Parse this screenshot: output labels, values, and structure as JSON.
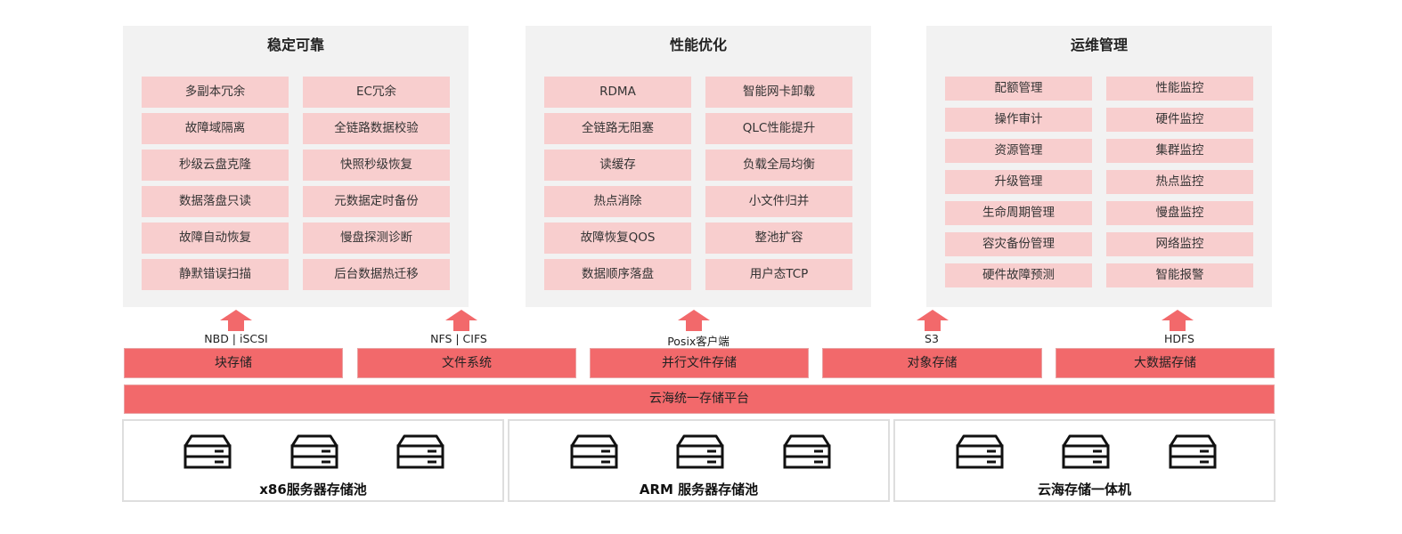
{
  "panels": [
    {
      "title": "稳定可靠",
      "items": [
        [
          "多副本冗余",
          "EC冗余"
        ],
        [
          "故障域隔离",
          "全链路数据校验"
        ],
        [
          "秒级云盘克隆",
          "快照秒级恢复"
        ],
        [
          "数据落盘只读",
          "元数据定时备份"
        ],
        [
          "故障自动恢复",
          "慢盘探测诊断"
        ],
        [
          "静默错误扫描",
          "后台数据热迁移"
        ]
      ]
    },
    {
      "title": "性能优化",
      "items": [
        [
          "RDMA",
          "智能网卡卸载"
        ],
        [
          "全链路无阻塞",
          "QLC性能提升"
        ],
        [
          "读缓存",
          "负载全局均衡"
        ],
        [
          "热点消除",
          "小文件归并"
        ],
        [
          "故障恢复QOS",
          "整池扩容"
        ],
        [
          "数据顺序落盘",
          "用户态TCP"
        ]
      ]
    },
    {
      "title": "运维管理",
      "items": [
        [
          "配额管理",
          "性能监控"
        ],
        [
          "操作审计",
          "硬件监控"
        ],
        [
          "资源管理",
          "集群监控"
        ],
        [
          "升级管理",
          "热点监控"
        ],
        [
          "生命周期管理",
          "慢盘监控"
        ],
        [
          "容灾备份管理",
          "网络监控"
        ],
        [
          "硬件故障预测",
          "智能报警"
        ]
      ]
    }
  ],
  "protocols": [
    "NBD | iSCSI",
    "NFS | CIFS",
    "Posix客户端",
    "S3",
    "HDFS"
  ],
  "services": [
    "块存储",
    "文件系统",
    "并行文件存储",
    "对象存储",
    "大数据存储"
  ],
  "platform": "云海统一存储平台",
  "pools": [
    "x86服务器存储池",
    "ARM 服务器存储池",
    "云海存储一体机"
  ],
  "colors": {
    "panel_bg": "#f2f2f2",
    "cell_bg": "#f8cece",
    "service_bar": "#f2696b",
    "arrow": "#f2696b",
    "pool_border": "#dedede"
  },
  "icons": {
    "arrow": "up-arrow-icon",
    "server": "server-icon"
  }
}
